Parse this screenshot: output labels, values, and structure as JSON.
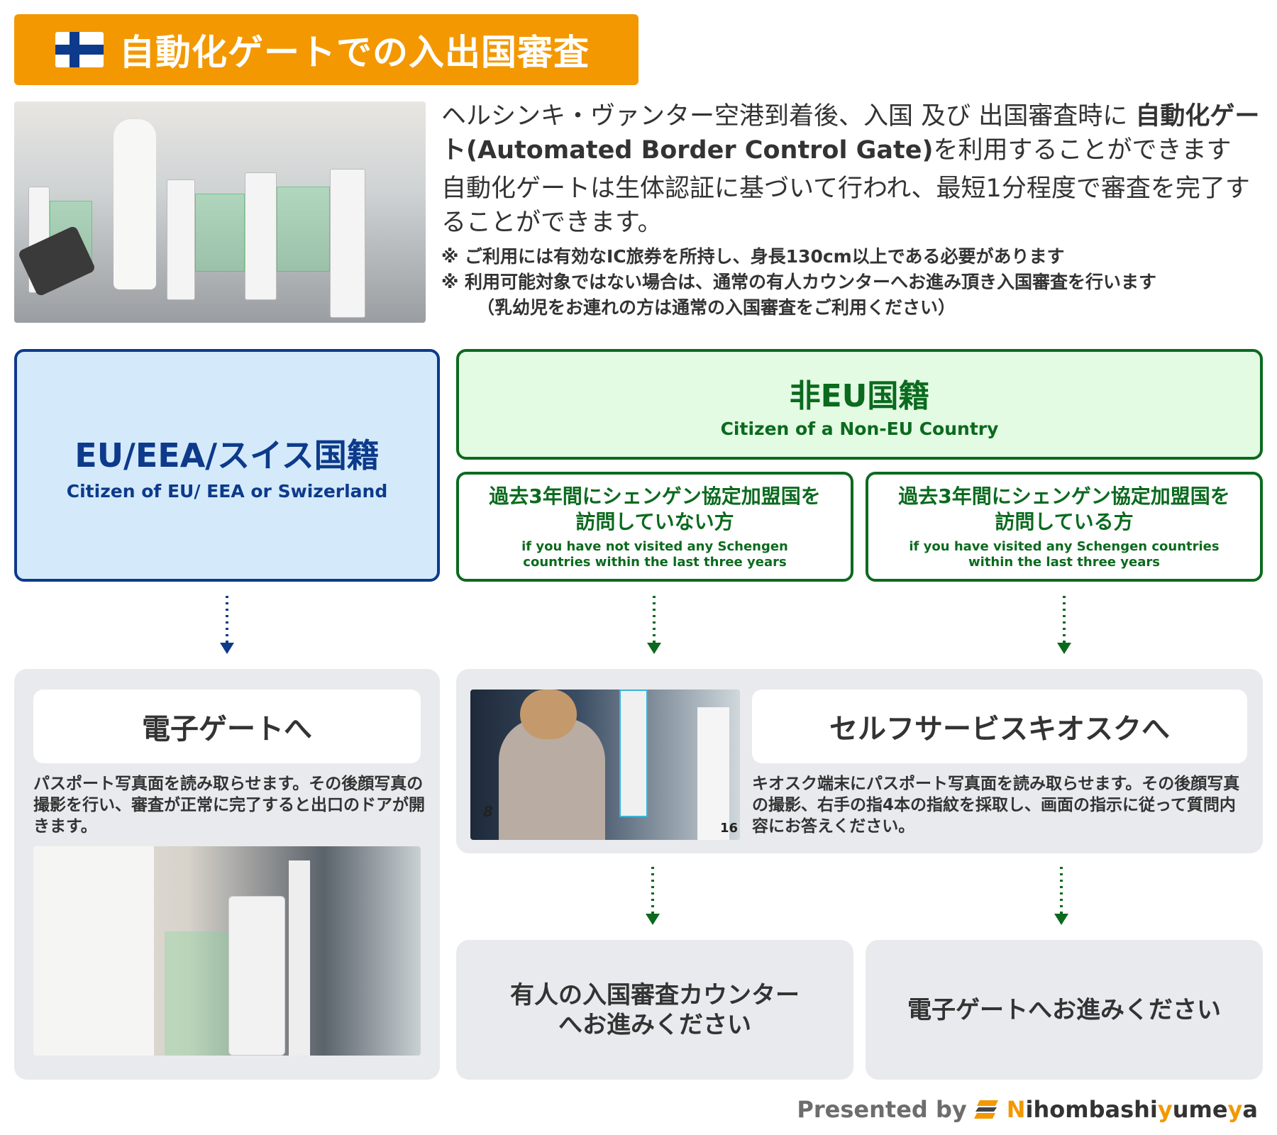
{
  "header": {
    "title": "自動化ゲートでの入出国審査",
    "flag_icon": "finland-flag"
  },
  "intro": {
    "line1_plain": "ヘルシンキ・ヴァンター空港到着後、入国 及び 出国審査時に ",
    "line1_bold": "自動化ゲート(Automated Border Control Gate)",
    "line1_end": "を利用することができます",
    "line2": "自動化ゲートは生体認証に基づいて行われ、最短1分程度で審査を完了することができます。",
    "note1": "※ ご利用には有効なIC旅券を所持し、身長130cm以上である必要があります",
    "note2": "※ 利用可能対象ではない場合は、通常の有人カウンターへお進み頂き入国審査を行います",
    "note3": "（乳幼児をお連れの方は通常の入国審査をご利用ください）"
  },
  "eu": {
    "title_ja": "EU/EEA/スイス国籍",
    "title_en": "Citizen of EU/ EEA or Swizerland"
  },
  "non_eu": {
    "title_ja": "非EU国籍",
    "title_en": "Citizen of a Non-EU Country",
    "not_visited": {
      "ja": "過去3年間にシェンゲン協定加盟国を訪問していない方",
      "en": "if you have not visited any Schengen countries within the last three years"
    },
    "visited": {
      "ja": "過去3年間にシェンゲン協定加盟国を訪問している方",
      "en": "if you have visited any Schengen countries within the last three years"
    }
  },
  "egate": {
    "title": "電子ゲートへ",
    "desc": "パスポート写真面を読み取らせます。その後顔写真の撮影を行い、審査が正常に完了すると出口のドアが開きます。"
  },
  "kiosk": {
    "title": "セルフサービスキオスクへ",
    "desc": "キオスク端末にパスポート写真面を読み取らせます。その後顔写真の撮影、右手の指4本の指紋を採取し、画面の指示に従って質問内容にお答えください。",
    "photo_numbers": [
      "8",
      "16"
    ]
  },
  "results": {
    "manned": "有人の入国審査カウンターへお進みください",
    "egate": "電子ゲートへお進みください"
  },
  "footer": {
    "presented": "Presented by",
    "brand_n": "N",
    "brand_1": "ihombashi",
    "brand_y": "y",
    "brand_2": "ume",
    "brand_y2": "y",
    "brand_a": "a"
  },
  "colors": {
    "orange": "#F39800",
    "eu_blue": "#0D3A8A",
    "eu_fill": "#D4EAFB",
    "green": "#0B6A1E",
    "green_fill": "#E3FAE3",
    "panel": "#E9EAED"
  }
}
